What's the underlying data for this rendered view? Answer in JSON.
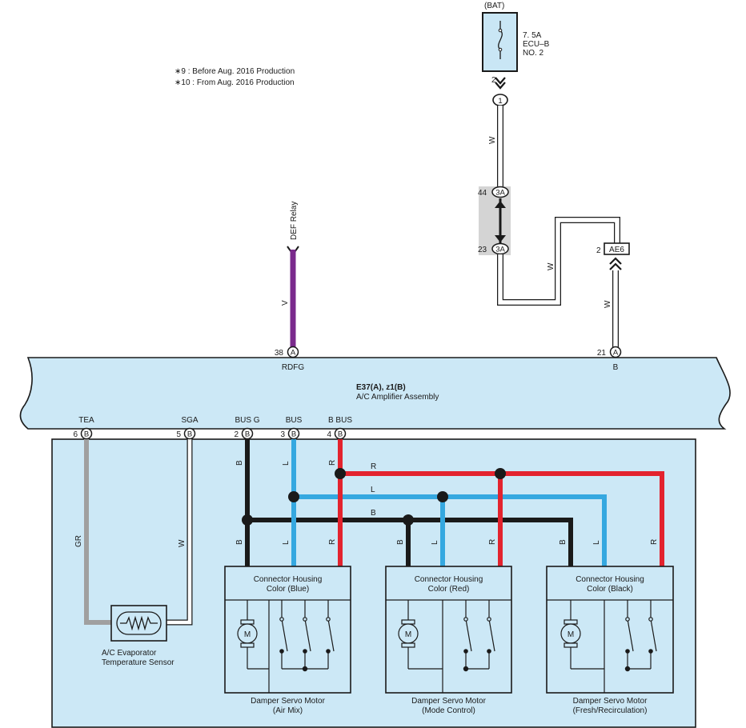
{
  "notes": {
    "line1": "∗9 : Before Aug.  2016 Production",
    "line2": "∗10 : From Aug.  2016 Production"
  },
  "fuse": {
    "top_label": "(BAT)",
    "rating": "7. 5A",
    "name_line1": "ECU–B",
    "name_line2": "NO. 2",
    "pin": "2",
    "terminal": "1"
  },
  "junction": {
    "top_pin": "44",
    "top_id": "3A",
    "bottom_pin": "23",
    "bottom_id": "3A"
  },
  "connector_ae6": {
    "pin": "2",
    "id": "AE6"
  },
  "def_relay": {
    "label": "DEF Relay",
    "wire_color": "V"
  },
  "wire_labels": {
    "white": "W",
    "gray": "GR",
    "black": "B",
    "blue": "L",
    "red": "R"
  },
  "amplifier": {
    "title": "E37(A), z1(B)",
    "subtitle": "A/C Amplifier Assembly",
    "pins_top": [
      {
        "num": "38",
        "id": "A",
        "name": "RDFG"
      },
      {
        "num": "21",
        "id": "A",
        "name": "B"
      }
    ],
    "pins_bottom": [
      {
        "num": "6",
        "id": "B",
        "name": "TEA"
      },
      {
        "num": "5",
        "id": "B",
        "name": "SGA"
      },
      {
        "num": "2",
        "id": "B",
        "name": "BUS G"
      },
      {
        "num": "3",
        "id": "B",
        "name": "BUS"
      },
      {
        "num": "4",
        "id": "B",
        "name": "B BUS"
      }
    ]
  },
  "sensor": {
    "line1": "A/C Evaporator",
    "line2": "Temperature Sensor"
  },
  "motors": [
    {
      "housing1": "Connector Housing",
      "housing2": "Color (Blue)",
      "name1": "Damper Servo Motor",
      "name2": "(Air Mix)",
      "symbol": "M"
    },
    {
      "housing1": "Connector Housing",
      "housing2": "Color (Red)",
      "name1": "Damper Servo Motor",
      "name2": "(Mode Control)",
      "symbol": "M"
    },
    {
      "housing1": "Connector Housing",
      "housing2": "Color (Black)",
      "name1": "Damper Servo Motor",
      "name2": "(Fresh/Recirculation)",
      "symbol": "M"
    }
  ],
  "colors": {
    "purple": "#7a2a8c",
    "gray": "#a0a0a0",
    "black": "#1a1a1a",
    "blue": "#35a8e0",
    "red": "#e3232e",
    "panel": "#cce8f6",
    "fuse_bg": "#c9e6f5",
    "junction_bg": "#d4d4d4"
  }
}
